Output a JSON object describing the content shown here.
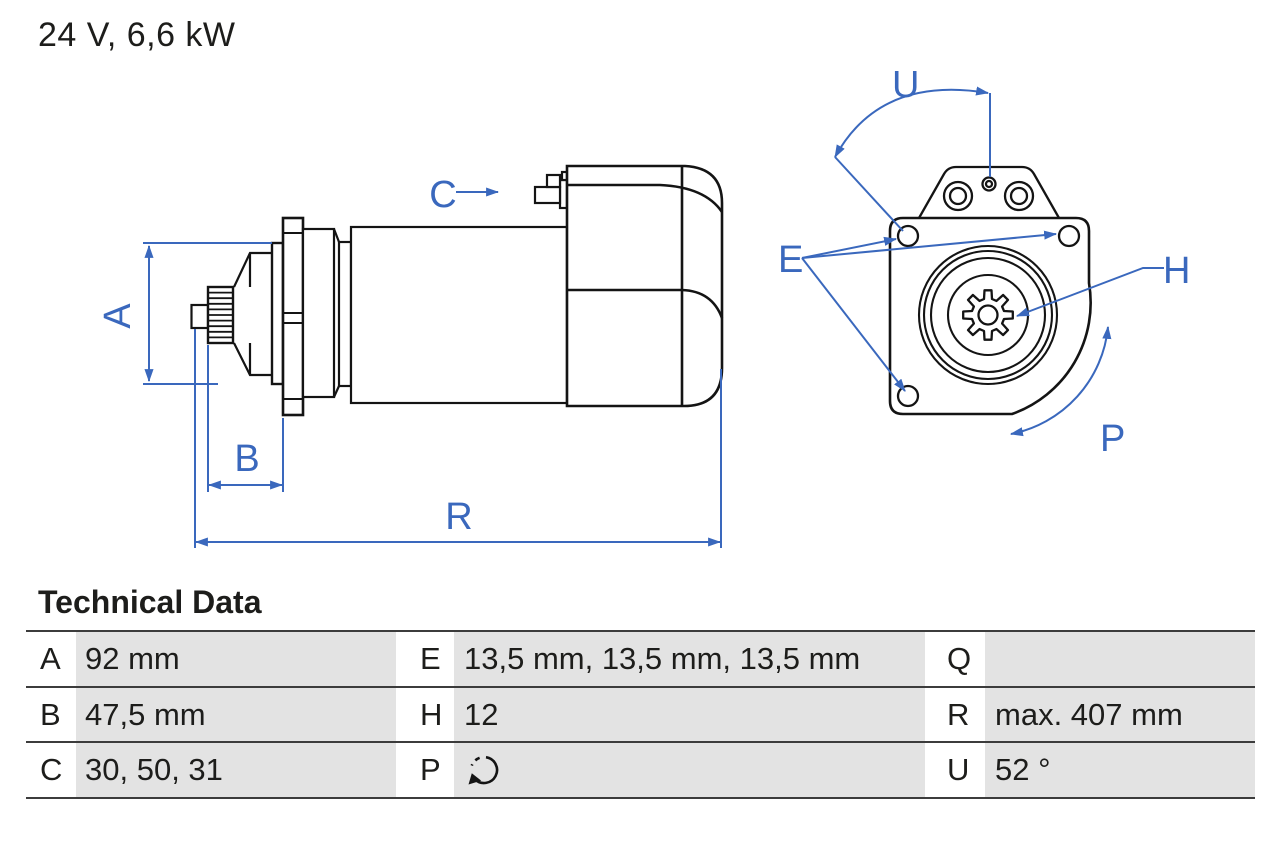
{
  "title": "24 V, 6,6 kW",
  "colors": {
    "annotation_blue": "#3a68bd",
    "line_black": "#141414",
    "table_cell_gray": "#e3e3e3",
    "table_border": "#3c3c3c",
    "text": "#1d1d1b"
  },
  "drawing": {
    "labels": {
      "A": "A",
      "B": "B",
      "C": "C",
      "R": "R",
      "U": "U",
      "E": "E",
      "H": "H",
      "P": "P"
    }
  },
  "table": {
    "heading": "Technical Data",
    "rows": [
      {
        "cells": [
          {
            "label": "A",
            "value": "92 mm"
          },
          {
            "label": "E",
            "value": "13,5 mm, 13,5 mm, 13,5 mm"
          },
          {
            "label": "Q",
            "value": ""
          }
        ]
      },
      {
        "cells": [
          {
            "label": "B",
            "value": "47,5 mm"
          },
          {
            "label": "H",
            "value": "12"
          },
          {
            "label": "R",
            "value": "max. 407 mm"
          }
        ]
      },
      {
        "cells": [
          {
            "label": "C",
            "value": "30, 50, 31"
          },
          {
            "label": "P",
            "value": "",
            "icon": "rotation-direction-icon"
          },
          {
            "label": "U",
            "value": "52 °"
          }
        ]
      }
    ]
  }
}
